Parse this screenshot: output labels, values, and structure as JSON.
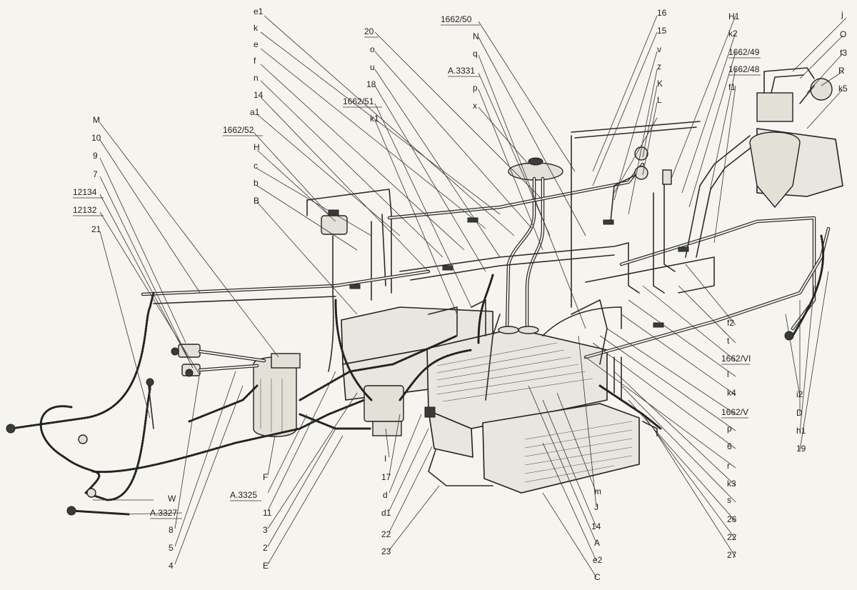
{
  "labels": {
    "top_row": [
      "e1",
      "k",
      "e",
      "f",
      "n",
      "14",
      "a1",
      "1662/52",
      "H",
      "c",
      "b",
      "B"
    ],
    "top_middle": [
      "20",
      "o",
      "u",
      "18",
      "1662/51",
      "k1",
      "1662/50",
      "N",
      "q",
      "A.3331",
      "p",
      "x"
    ],
    "top_right": [
      "16",
      "15",
      "v",
      "z",
      "K",
      "L",
      "H1",
      "k2",
      "1662/49",
      "1662/48",
      "f1"
    ],
    "far_right": [
      "j",
      "O",
      "f3",
      "R",
      "k5"
    ],
    "left_column": [
      "M",
      "10",
      "9",
      "7",
      "12134",
      "12132",
      "21"
    ],
    "right_column": [
      "f2",
      "t",
      "1662/VI",
      "l",
      "k4",
      "1662/V",
      "p",
      "6",
      "r",
      "k3",
      "s",
      "26",
      "22",
      "27",
      "i2",
      "D",
      "h1",
      "19"
    ],
    "bottom_row": [
      "W",
      "A.3327",
      "8",
      "5",
      "4",
      "F",
      "A.3325",
      "11",
      "3",
      "2",
      "E",
      "I",
      "17",
      "d",
      "d1",
      "22",
      "23",
      "m",
      "J",
      "14",
      "A",
      "e2",
      "C"
    ]
  }
}
